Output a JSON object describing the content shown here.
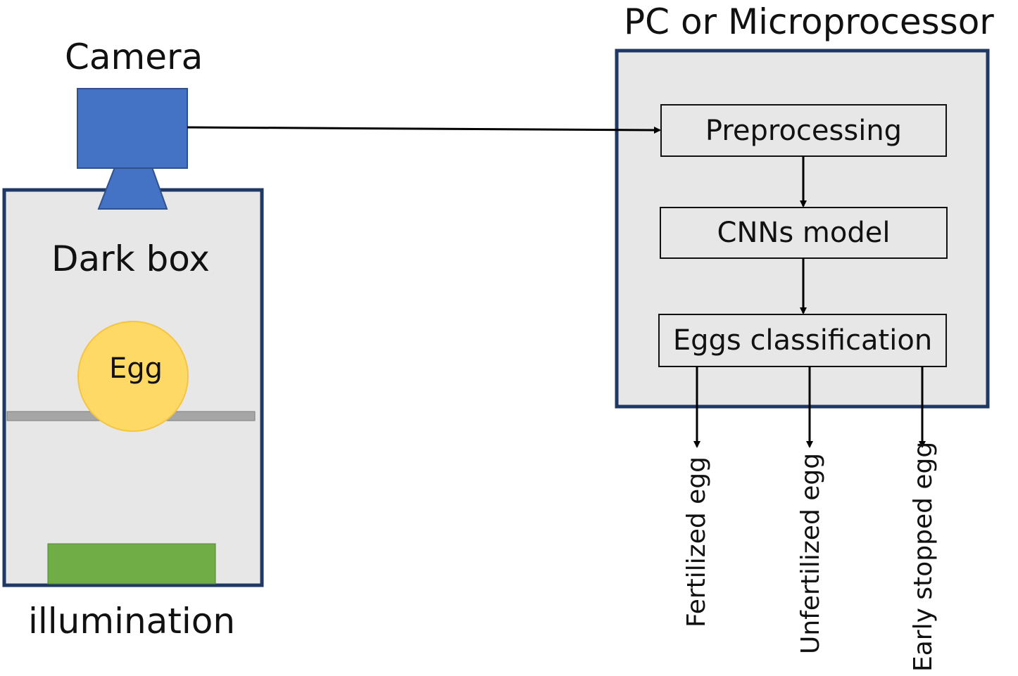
{
  "labels": {
    "camera": "Camera",
    "dark_box": "Dark box",
    "egg": "Egg",
    "illumination": "illumination",
    "pc": "PC or Microprocessor"
  },
  "pipeline": [
    {
      "label": "Preprocessing"
    },
    {
      "label": "CNNs model"
    },
    {
      "label": "Eggs classification"
    }
  ],
  "outputs": [
    {
      "label": "Fertilized egg"
    },
    {
      "label": "Unfertilized egg"
    },
    {
      "label": "Early stopped egg"
    }
  ],
  "colors": {
    "camera": "#4472C4",
    "box_border": "#1F3864",
    "box_fill": "#E7E7E7",
    "egg_fill": "#FFD966",
    "egg_stroke": "#F5C542",
    "shelf": "#A6A6A6",
    "illumination": "#70AD47"
  }
}
